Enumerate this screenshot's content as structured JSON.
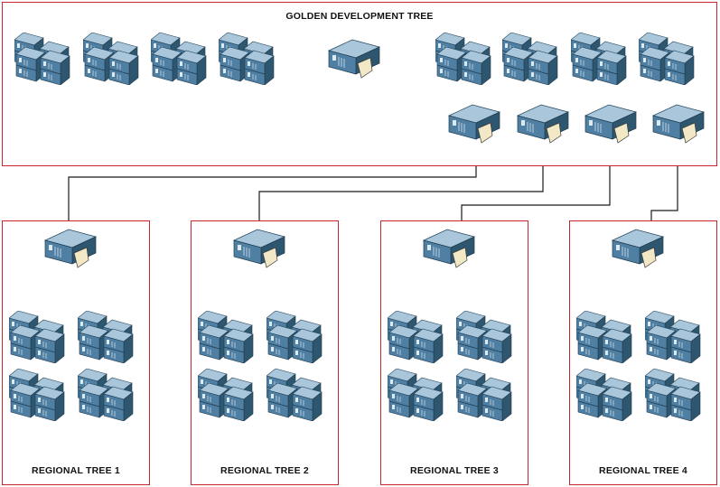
{
  "golden": {
    "title": "GOLDEN DEVELOPMENT TREE"
  },
  "regions": [
    {
      "id": "r1",
      "label": "REGIONAL TREE 1"
    },
    {
      "id": "r2",
      "label": "REGIONAL TREE 2"
    },
    {
      "id": "r3",
      "label": "REGIONAL TREE 3"
    },
    {
      "id": "r4",
      "label": "REGIONAL TREE 4"
    }
  ],
  "colors": {
    "border": "#c8262b",
    "line": "#1a1a1a",
    "server_face": "#4f7fa3",
    "server_top": "#a9c6db",
    "server_side": "#2f566f",
    "cable": "#f2e8c6"
  },
  "icons": [
    "rack-server-cluster-icon",
    "tower-server-icon"
  ]
}
